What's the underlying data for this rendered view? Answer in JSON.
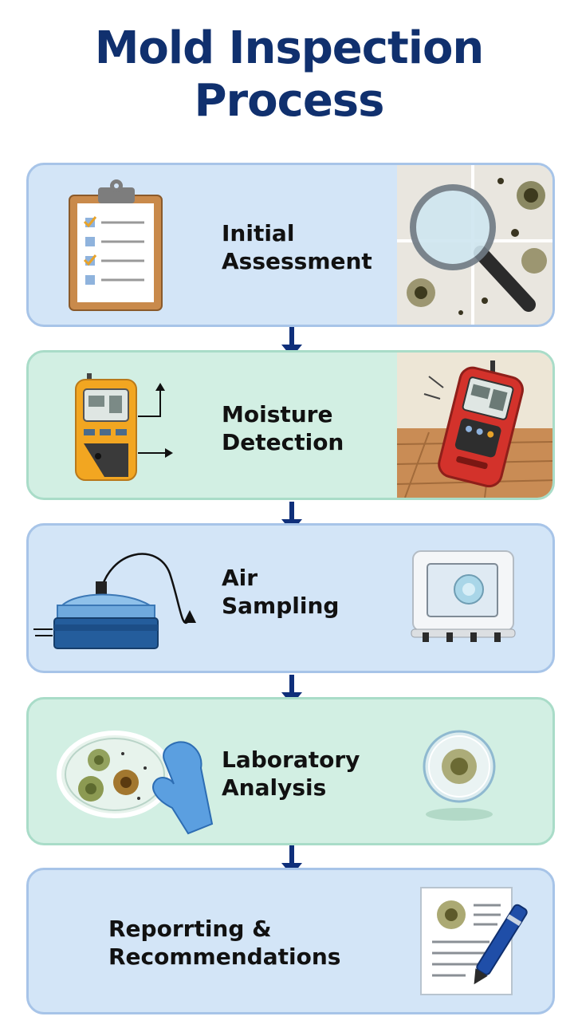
{
  "title": {
    "line1": "Mold Inspection",
    "line2": "Process"
  },
  "steps": [
    {
      "line1": "Initial",
      "line2": "Assessment",
      "icon_left": "clipboard-checklist-icon",
      "icon_right": "magnifying-glass-mold-icon",
      "color": "#d3e5f7"
    },
    {
      "line1": "Moisture",
      "line2": "Detection",
      "icon_left": "moisture-meter-icon",
      "icon_right": "red-moisture-meter-icon",
      "color": "#d2efe3"
    },
    {
      "line1": "Air",
      "line2": "Sampling",
      "icon_left": "air-pump-icon",
      "icon_right": "sampling-cassette-icon",
      "color": "#d3e5f7"
    },
    {
      "line1": "Laboratory",
      "line2": "Analysis",
      "icon_left": "petri-dish-glove-icon",
      "icon_right": "culture-dish-icon",
      "color": "#d2efe3"
    },
    {
      "line1": "Reporrting &",
      "line2": "Recommendations",
      "icon_left": "",
      "icon_right": "report-pen-icon",
      "color": "#d3e5f7"
    }
  ],
  "colors": {
    "title": "#10306e",
    "arrow": "#0f2f7a",
    "blue_panel": "#d3e5f7",
    "green_panel": "#d2efe3"
  }
}
